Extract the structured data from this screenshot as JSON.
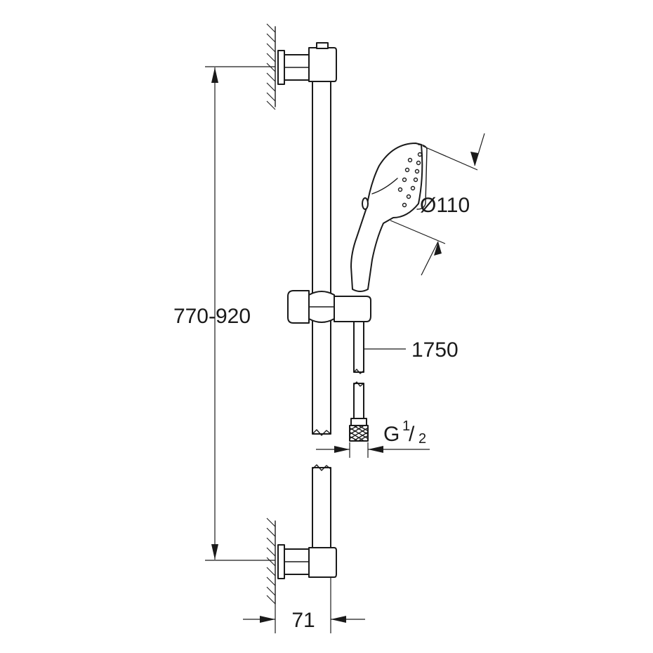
{
  "dimensions": {
    "height_range": "770-920",
    "head_diameter": "Ø110",
    "hose_length": "1750",
    "thread_main": "G",
    "thread_num": "1",
    "thread_den": "2",
    "wall_distance": "71"
  },
  "colors": {
    "line": "#1a1a1a",
    "background": "#ffffff"
  }
}
